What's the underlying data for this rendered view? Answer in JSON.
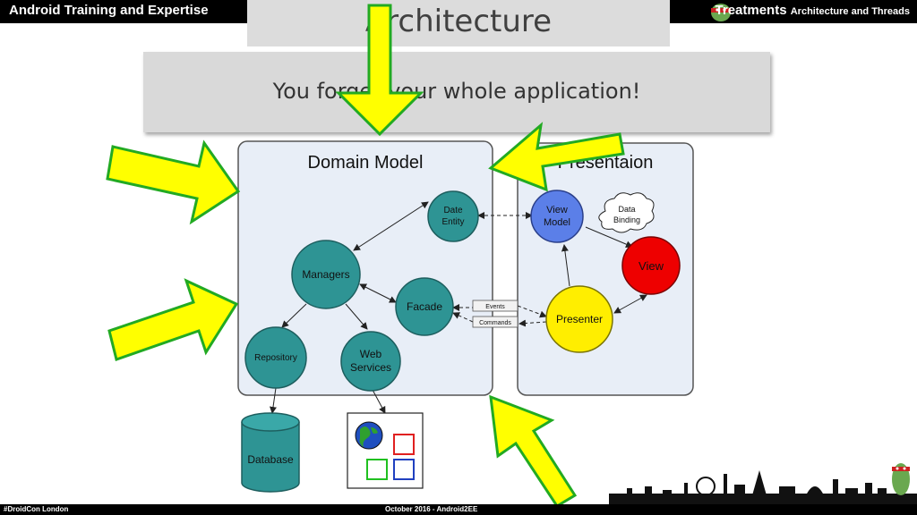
{
  "header": {
    "left_title": "Android Training and Expertise",
    "right_title": "Treatments",
    "right_subtitle": "Architecture and Threads"
  },
  "slide": {
    "title": "Architecture",
    "banner": "You forget your whole application!"
  },
  "diagram": {
    "domain_title": "Domain Model",
    "presentation_title": "Presentaion",
    "nodes": {
      "date_entity_1": "Date",
      "date_entity_2": "Entity",
      "managers": "Managers",
      "facade": "Facade",
      "repository": "Repository",
      "web_services_1": "Web",
      "web_services_2": "Services",
      "view_model_1": "View",
      "view_model_2": "Model",
      "data_binding_1": "Data",
      "data_binding_2": "Binding",
      "view": "View",
      "presenter": "Presenter",
      "events": "Events",
      "commands": "Commands",
      "database": "Database"
    },
    "colors": {
      "teal": "#2e9494",
      "blue": "#5b7fe8",
      "red": "#ee0000",
      "yellow": "#ffee00",
      "arrow_fill": "#ffff00",
      "arrow_stroke": "#22aa22",
      "panel": "#e8eef7"
    }
  },
  "footer": {
    "left": "#DroidCon London",
    "center": "October 2016 - Android2EE"
  }
}
